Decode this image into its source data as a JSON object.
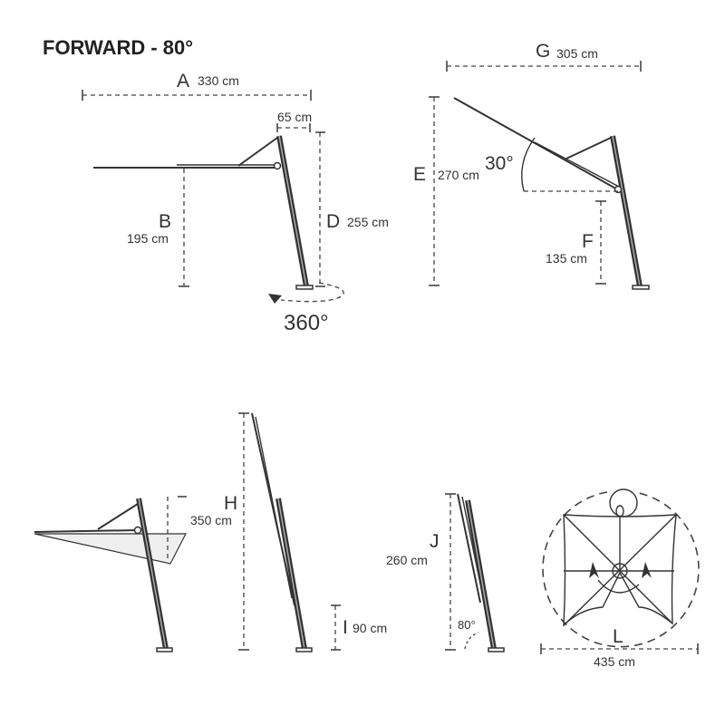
{
  "title": "FORWARD - 80°",
  "dimensions": {
    "A": {
      "letter": "A",
      "value": "330 cm"
    },
    "arm_offset": {
      "value": "65 cm"
    },
    "B": {
      "letter": "B",
      "value": "195 cm"
    },
    "D": {
      "letter": "D",
      "value": "255 cm"
    },
    "rotation": {
      "value": "360°"
    },
    "G": {
      "letter": "G",
      "value": "305 cm"
    },
    "E": {
      "letter": "E",
      "value": "270 cm"
    },
    "tilt": {
      "value": "30°"
    },
    "F": {
      "letter": "F",
      "value": "135 cm"
    },
    "side_height": {
      "value": "350 cm"
    },
    "H": {
      "letter": "H"
    },
    "I": {
      "letter": "I",
      "value": "90 cm"
    },
    "J": {
      "letter": "J",
      "value": "260 cm"
    },
    "fold_angle": {
      "value": "80°"
    },
    "L": {
      "letter": "L",
      "value": "435 cm"
    }
  }
}
